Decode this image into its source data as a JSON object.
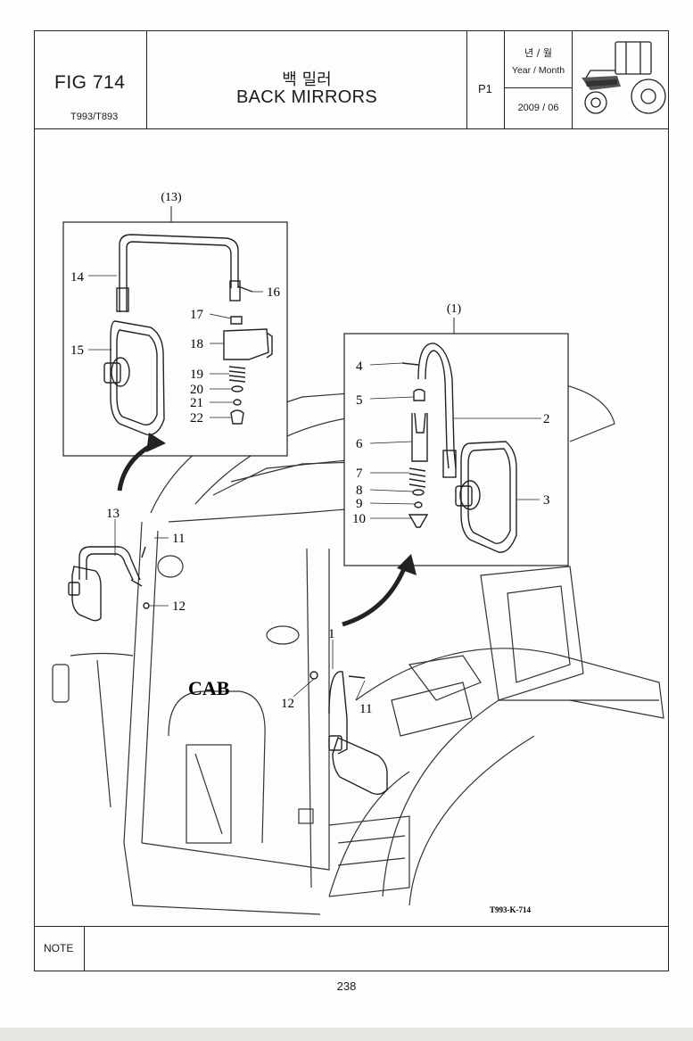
{
  "header": {
    "fig_number": "FIG 714",
    "model": "T993/T893",
    "title_ko": "백 밀러",
    "title_en": "BACK MIRRORS",
    "page_code": "P1",
    "date_label_ko": "년 / 월",
    "date_label_en": "Year / Month",
    "date_value": "2009 / 06",
    "thumbnail_icon": "tractor-icon"
  },
  "drawing": {
    "assembly_labels": {
      "left_assembly": "(13)",
      "right_assembly": "(1)"
    },
    "left_inset_callouts": [
      "14",
      "15",
      "16",
      "17",
      "18",
      "19",
      "20",
      "21",
      "22"
    ],
    "right_inset_callouts": [
      "4",
      "5",
      "6",
      "7",
      "8",
      "9",
      "10",
      "2",
      "3"
    ],
    "main_callouts": [
      "13",
      "11",
      "12",
      "1",
      "12",
      "11"
    ],
    "cab_label": "CAB",
    "drawing_code": "T993-K-714"
  },
  "note": {
    "label": "NOTE",
    "text": ""
  },
  "footer": {
    "page_number": "238"
  }
}
